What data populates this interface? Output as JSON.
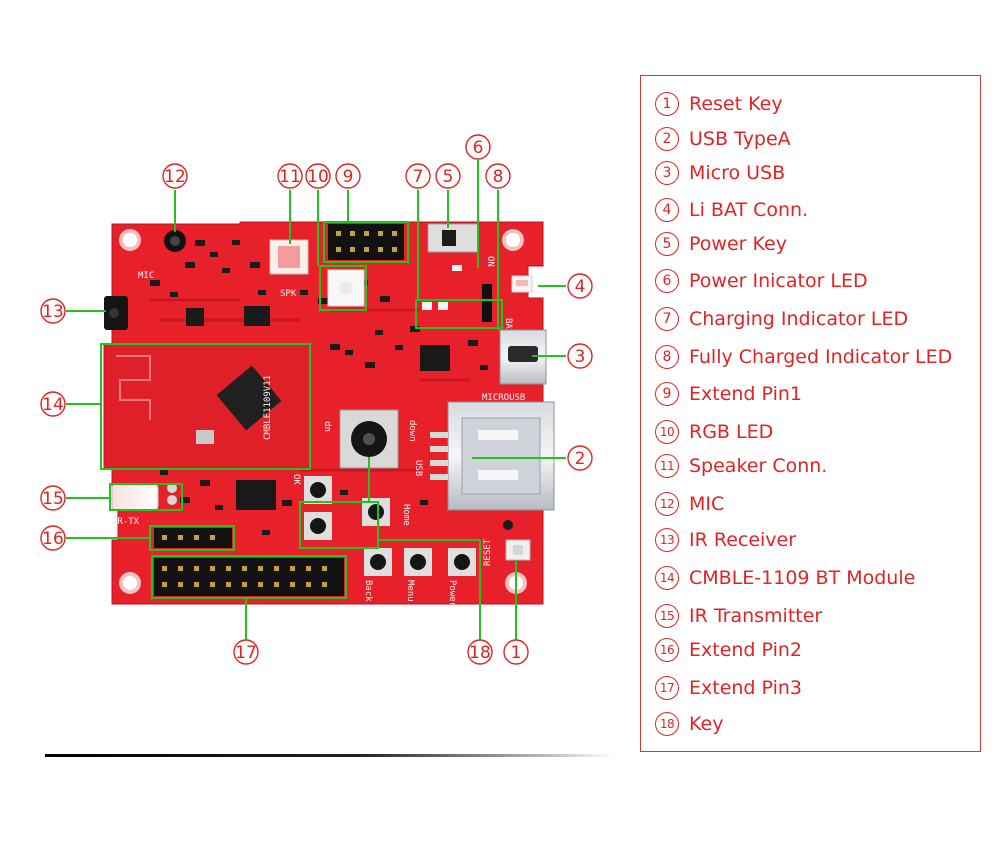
{
  "legend": {
    "items": [
      {
        "num": "1",
        "label": "Reset Key"
      },
      {
        "num": "2",
        "label": "USB TypeA"
      },
      {
        "num": "3",
        "label": "Micro USB"
      },
      {
        "num": "4",
        "label": "Li BAT Conn."
      },
      {
        "num": "5",
        "label": "Power Key"
      },
      {
        "num": "6",
        "label": "Power Inicator LED"
      },
      {
        "num": "7",
        "label": "Charging Indicator LED"
      },
      {
        "num": "8",
        "label": "Fully Charged Indicator LED"
      },
      {
        "num": "9",
        "label": "Extend Pin1"
      },
      {
        "num": "10",
        "label": "RGB LED"
      },
      {
        "num": "11",
        "label": "Speaker Conn."
      },
      {
        "num": "12",
        "label": "MIC"
      },
      {
        "num": "13",
        "label": "IR Receiver"
      },
      {
        "num": "14",
        "label": "CMBLE-1109 BT Module"
      },
      {
        "num": "15",
        "label": "IR Transmitter"
      },
      {
        "num": "16",
        "label": "Extend Pin2"
      },
      {
        "num": "17",
        "label": "Extend Pin3"
      },
      {
        "num": "18",
        "label": "Key"
      }
    ]
  },
  "board": {
    "silkscreen": {
      "ir_tx": "IR-TX",
      "mic": "MIC",
      "spk": "SPK",
      "on": "ON",
      "bat": "BAT",
      "microusb": "MICROUSB",
      "usb": "USB",
      "up": "up",
      "down": "down",
      "ok": "OK",
      "home": "Home",
      "reset": "RESET",
      "back": "Back",
      "menu": "Menu",
      "power": "Power",
      "module": "CMBLE1109V11"
    }
  },
  "colors": {
    "accent": "#e02424",
    "pointer": "#22c222",
    "pcb": "#e8202a"
  }
}
